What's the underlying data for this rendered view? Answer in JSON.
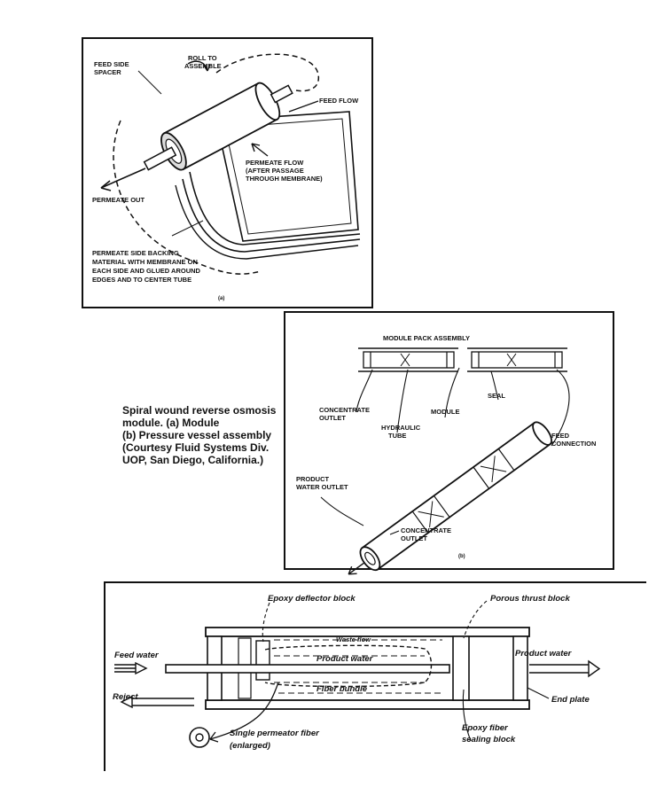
{
  "panel_a": {
    "roll_to_assemble_1": "ROLL TO",
    "roll_to_assemble_2": "ASSEMBLE",
    "feed_side_spacer_1": "FEED SIDE",
    "feed_side_spacer_2": "SPACER",
    "feed_flow": "FEED FLOW",
    "permeate_flow_1": "PERMEATE FLOW",
    "permeate_flow_2": "(AFTER PASSAGE",
    "permeate_flow_3": "THROUGH MEMBRANE)",
    "permeate_out": "PERMEATE OUT",
    "backing_1": "PERMEATE SIDE BACKING",
    "backing_2": "MATERIAL WITH MEMBRANE ON",
    "backing_3": "EACH SIDE AND GLUED AROUND",
    "backing_4": "EDGES AND TO CENTER TUBE",
    "sublabel": "(a)"
  },
  "caption": {
    "line1": "Spiral wound reverse osmosis",
    "line2": "module. (a) Module",
    "line3": "(b)  Pressure vessel assembly",
    "line4": "(Courtesy Fluid Systems Div.",
    "line5": "UOP, San Diego, California.)"
  },
  "panel_b": {
    "module_pack_assembly": "MODULE PACK ASSEMBLY",
    "concentrate_outlet_1": "CONCENTRATE",
    "concentrate_outlet_2": "OUTLET",
    "hydraulic_tube_1": "HYDRAULIC",
    "hydraulic_tube_2": "TUBE",
    "module": "MODULE",
    "seal": "SEAL",
    "feed_connection_1": "FEED",
    "feed_connection_2": "CONNECTION",
    "product_water_outlet_1": "PRODUCT",
    "product_water_outlet_2": "WATER OUTLET",
    "concentrate_outlet_b_1": "CONCENTRATE",
    "concentrate_outlet_b_2": "OUTLET",
    "sublabel": "(b)"
  },
  "panel_c": {
    "epoxy_deflector_block": "Epoxy deflector block",
    "porous_thrust_block": "Porous thrust block",
    "feed_water": "Feed water",
    "waste_flow": "Waste flow",
    "product_water_inner": "Product water",
    "product_water_outer": "Product water",
    "reject": "Reject",
    "fiber_bundle": "Fiber bundle",
    "end_plate": "End plate",
    "epoxy_fiber_sealing_1": "Epoxy fiber",
    "epoxy_fiber_sealing_2": "sealing block",
    "single_permeator_1": "Single permeator fiber",
    "single_permeator_2": "(enlarged)"
  }
}
